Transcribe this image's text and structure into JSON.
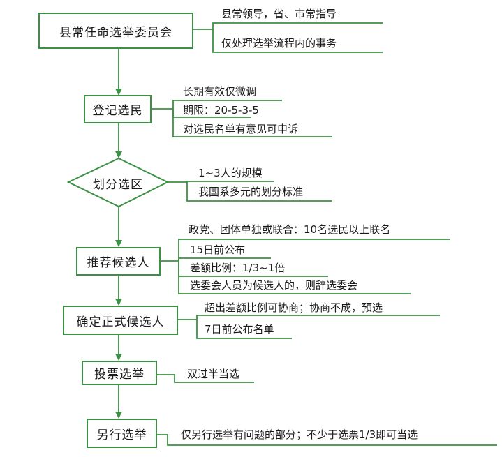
{
  "nodes": [
    {
      "label": "县常任命选举委员会"
    },
    {
      "label": "登记选民"
    },
    {
      "label": "划分选区"
    },
    {
      "label": "推荐候选人"
    },
    {
      "label": "确定正式候选人"
    },
    {
      "label": "投票选举"
    },
    {
      "label": "另行选举"
    }
  ],
  "notes": [
    [
      "县常领导，省、市常指导",
      "仅处理选举流程内的事务"
    ],
    [
      "长期有效仅微调",
      "期限：20-5-3-5",
      "对选民名单有意见可申诉"
    ],
    [
      "1~3人的规模",
      "我国系多元的划分标准"
    ],
    [
      "政党、团体单独或联合：10名选民以上联名",
      "15日前公布",
      "差额比例：1/3~1倍",
      "选委会人员为候选人的，则辞选委会"
    ],
    [
      "超出差额比例可协商；协商不成，预选",
      "7日前公布名单"
    ],
    [
      "双过半当选"
    ],
    [
      "仅另行选举有问题的部分；不少于选票1/3即可当选"
    ]
  ],
  "colors": {
    "line": "#3c9145",
    "text": "#1a1a1a"
  }
}
